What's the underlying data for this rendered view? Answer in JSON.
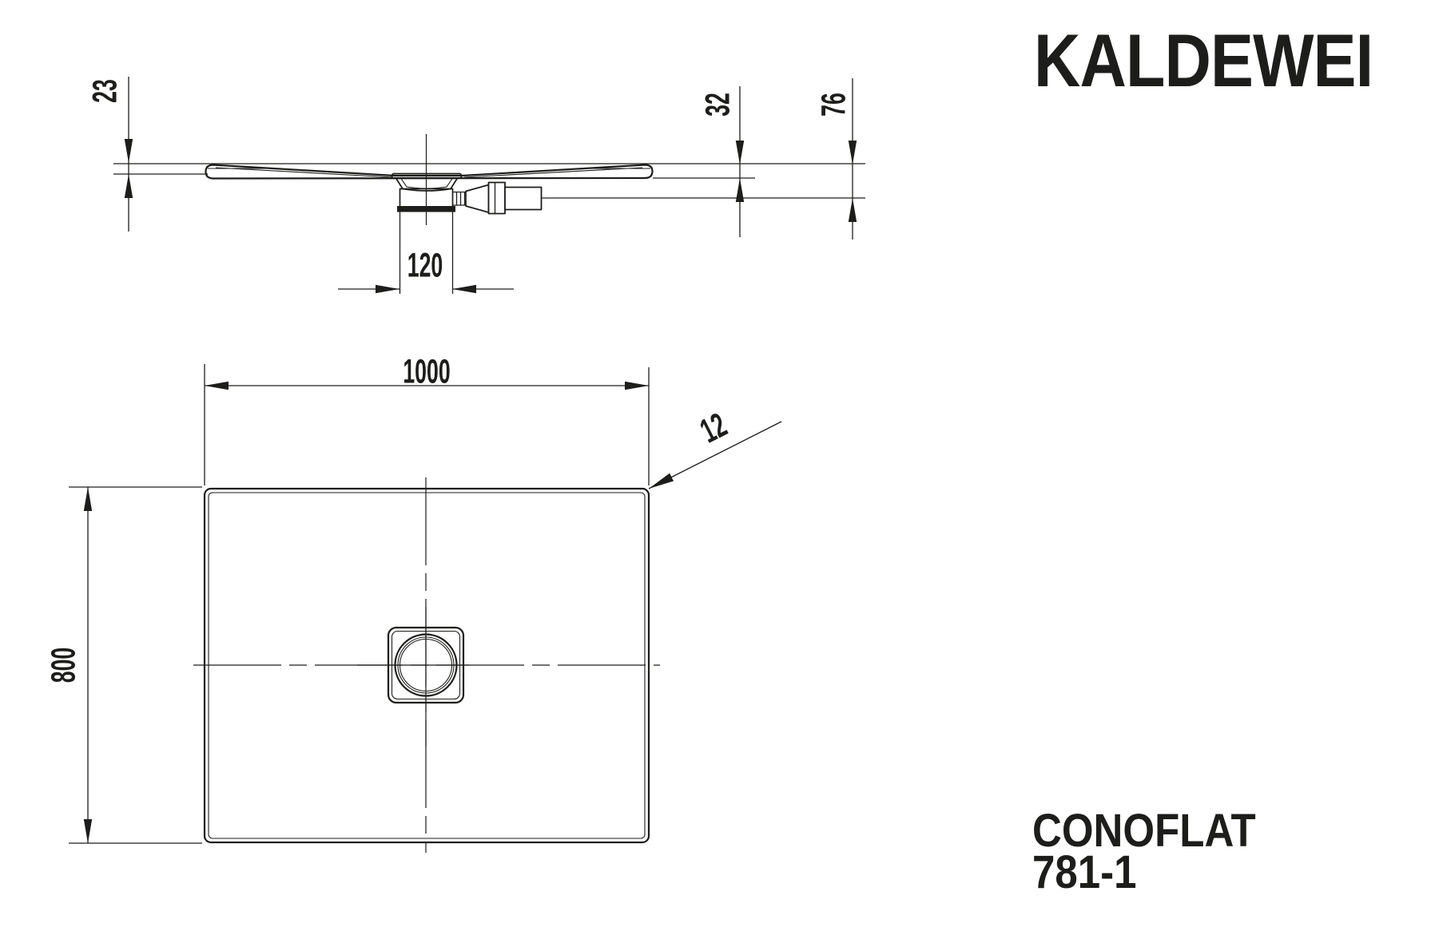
{
  "brand": {
    "logo_text": "KALDEWEI"
  },
  "product": {
    "series": "CONOFLAT",
    "model": "781-1"
  },
  "section_view": {
    "dimensions": {
      "rim_thickness": "23",
      "tray_height": "32",
      "total_height_with_drain": "76",
      "drain_diameter": "120"
    }
  },
  "plan_view": {
    "dimensions": {
      "width": "1000",
      "depth": "800",
      "corner_radius": "12"
    }
  },
  "colors": {
    "ink": "#1d1d1b",
    "background": "#ffffff"
  }
}
